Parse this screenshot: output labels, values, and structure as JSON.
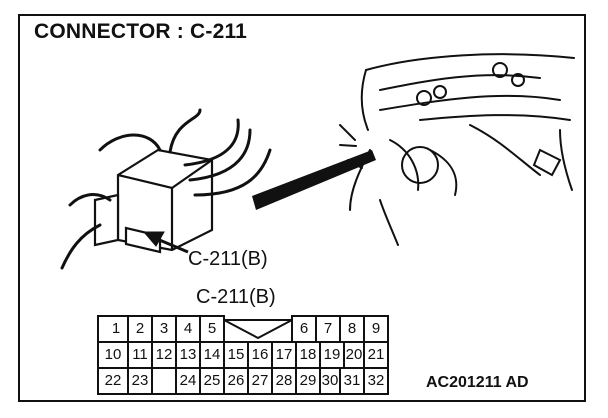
{
  "title": "CONNECTOR : C-211",
  "callout_label": "C-211(B)",
  "face_label": "C-211(B)",
  "figure_code": "AC201211 AD",
  "connector_face": {
    "row1": [
      "1",
      "2",
      "3",
      "4",
      "5",
      "",
      "6",
      "7",
      "8",
      "9"
    ],
    "row2": [
      "10",
      "11",
      "12",
      "13",
      "14",
      "15",
      "16",
      "17",
      "18",
      "19",
      "20",
      "21"
    ],
    "row3": [
      "22",
      "23",
      "",
      "24",
      "25",
      "26",
      "27",
      "28",
      "29",
      "30",
      "",
      "31",
      "32"
    ]
  }
}
